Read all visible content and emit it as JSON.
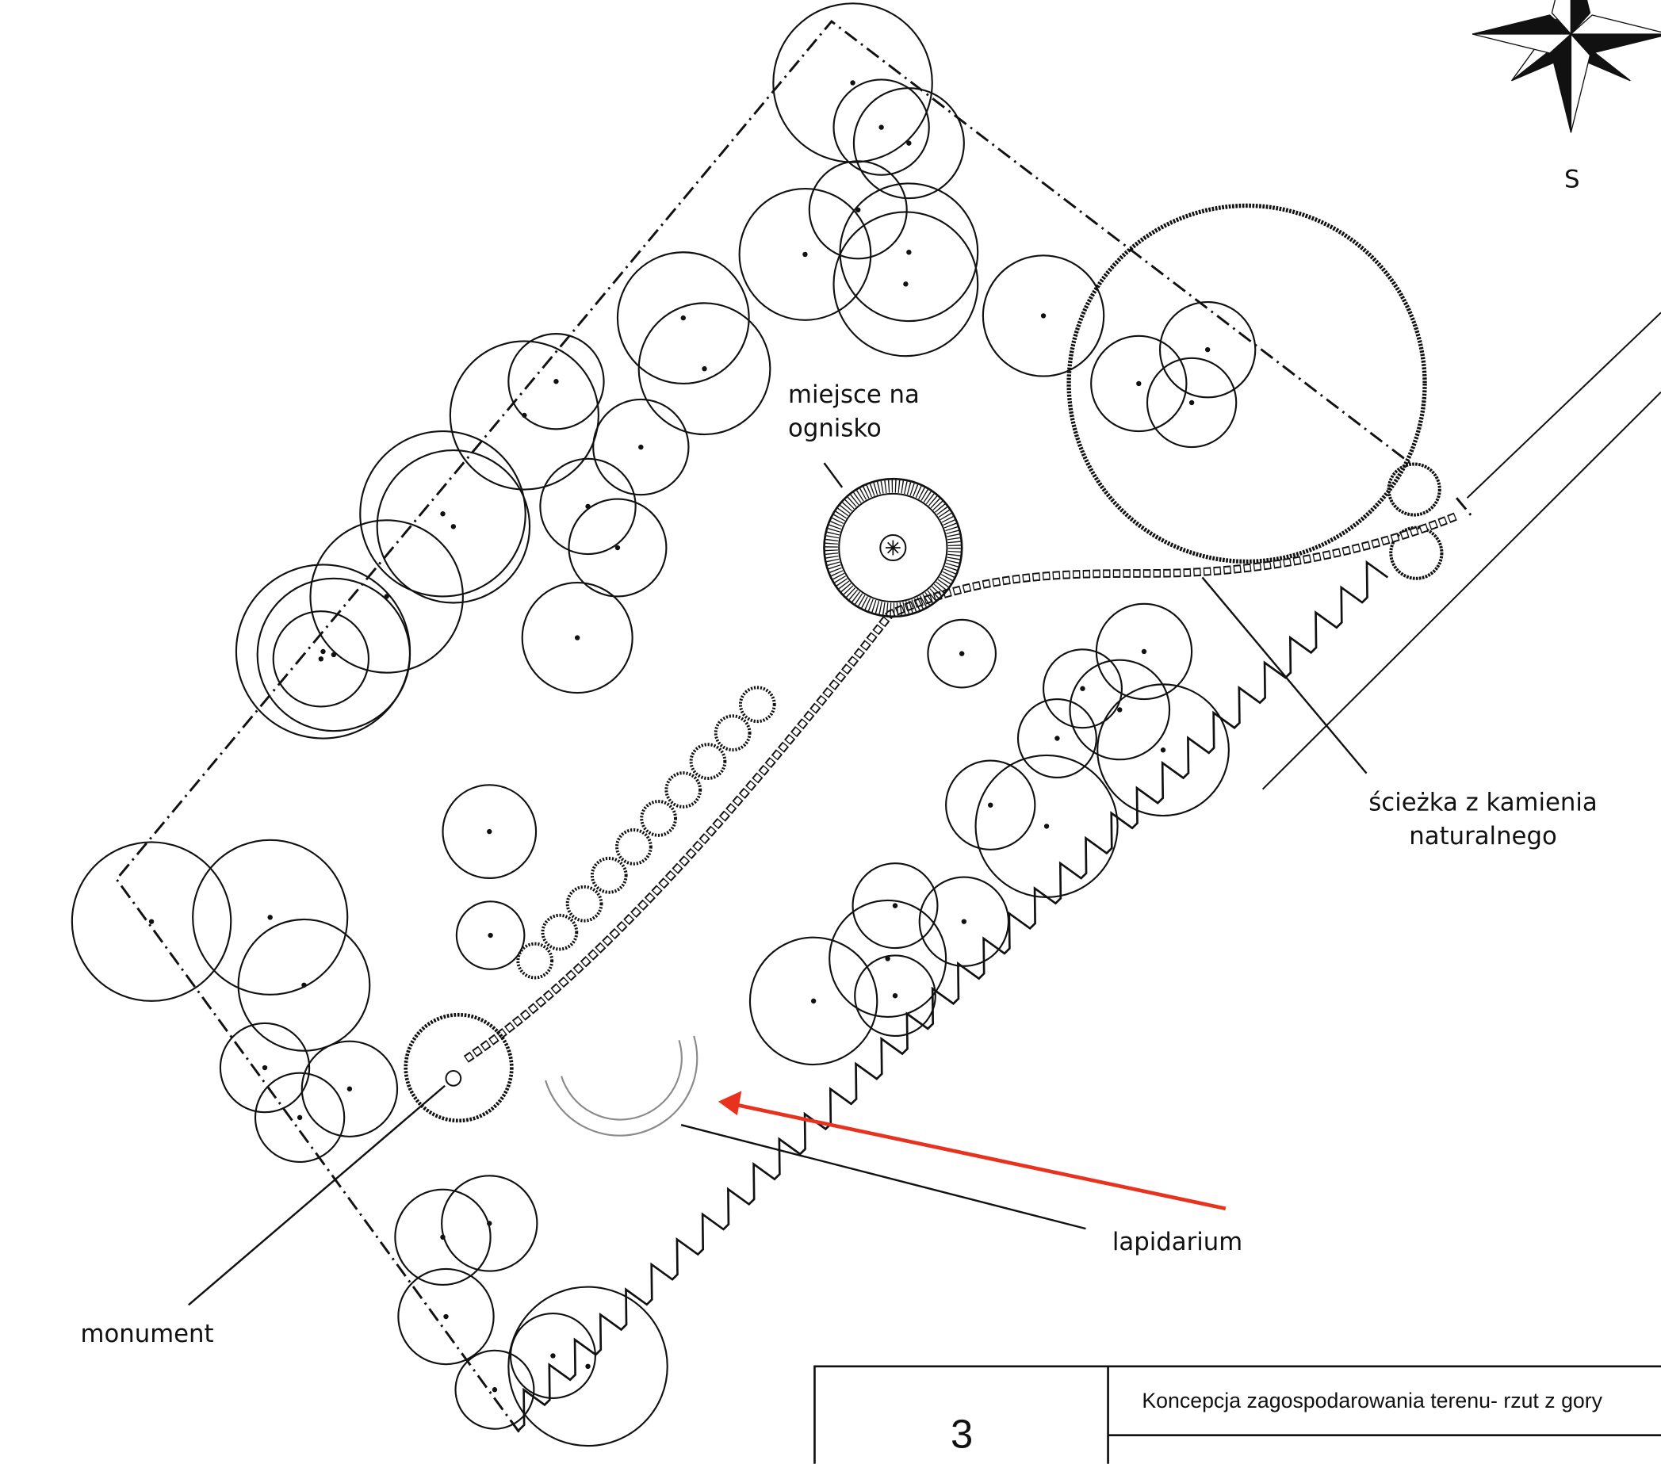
{
  "compass": {
    "label": "S",
    "icon": "compass-rose-icon"
  },
  "labels": {
    "fireplace": [
      "miejsce na",
      "ognisko"
    ],
    "path": [
      "ścieżka z kamienia",
      "naturalnego"
    ],
    "lapidarium": "lapidarium",
    "monument": "monument"
  },
  "title_block": {
    "sheet_number": "3",
    "title": "Koncepcja zagospodarowania terenu- rzut z gory"
  },
  "colors": {
    "line": "#111111",
    "arrow": "#e8321e",
    "lapidarium": "#8a8a8a"
  }
}
